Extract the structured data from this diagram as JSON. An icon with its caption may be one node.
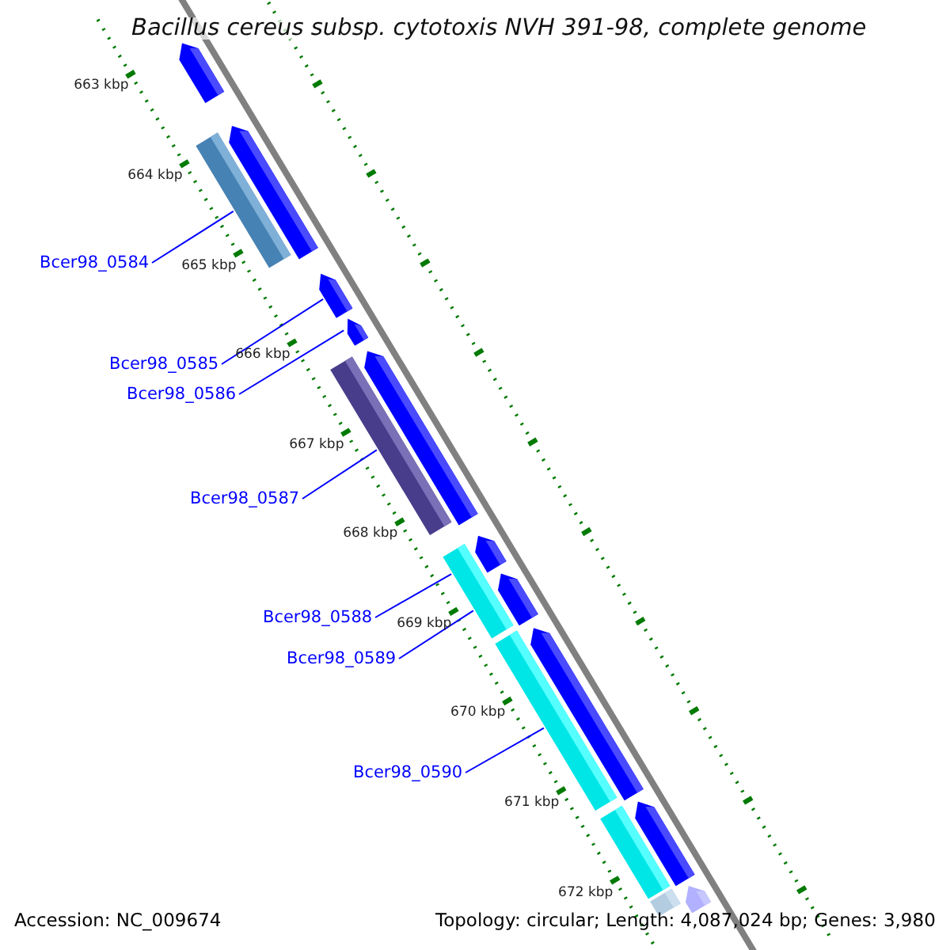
{
  "diagram": {
    "title": "Bacillus cereus subsp. cytotoxis NVH 391-98, complete genome",
    "nodes": [
      {
        "text": [
          "Bcer98_0584"
        ]
      },
      {
        "text": [
          "Bcer98_0585"
        ]
      },
      {
        "text": [
          "Bcer98_0586"
        ]
      },
      {
        "text": [
          "Bcer98_0587"
        ]
      },
      {
        "text": [
          "Bcer98_0588"
        ]
      },
      {
        "text": [
          "Bcer98_0589"
        ]
      },
      {
        "text": [
          "Bcer98_0590"
        ]
      },
      {
        "text": [],
        "shape": "pentagon"
      },
      {
        "text": [],
        "shape": "pentagon"
      },
      {
        "text": [],
        "shape": "bar"
      },
      {
        "text": [],
        "shape": "pentagon"
      },
      {
        "text": [],
        "shape": "pentagon"
      },
      {
        "text": [],
        "shape": "bar"
      },
      {
        "text": [],
        "shape": "pentagon"
      },
      {
        "text": [],
        "shape": "bar"
      },
      {
        "text": [],
        "shape": "pentagon"
      },
      {
        "text": [],
        "shape": "pentagon"
      },
      {
        "text": [],
        "shape": "bar"
      },
      {
        "text": [],
        "shape": "pentagon"
      },
      {
        "text": [],
        "shape": "bar"
      },
      {
        "text": [],
        "shape": "pentagon"
      },
      {
        "text": [],
        "shape": "pentagon"
      },
      {
        "text": [],
        "shape": "bar"
      }
    ],
    "edges": [
      {
        "from": 0,
        "to": 9,
        "arrow": "none"
      },
      {
        "from": 1,
        "to": 10,
        "arrow": "none"
      },
      {
        "from": 2,
        "to": 11,
        "arrow": "none"
      },
      {
        "from": 3,
        "to": 12,
        "arrow": "none"
      },
      {
        "from": 4,
        "to": 14,
        "arrow": "none"
      },
      {
        "from": 5,
        "to": 14,
        "arrow": "none"
      },
      {
        "from": 6,
        "to": 17,
        "arrow": "none"
      }
    ],
    "labels": [
      "663 kbp",
      "664 kbp",
      "665 kbp",
      "666 kbp",
      "667 kbp",
      "668 kbp",
      "669 kbp",
      "670 kbp",
      "671 kbp",
      "672 kbp",
      "Accession: NC_009674",
      "Topology: circular; Length: 4,087,024 bp; Genes: 3,980"
    ]
  }
}
